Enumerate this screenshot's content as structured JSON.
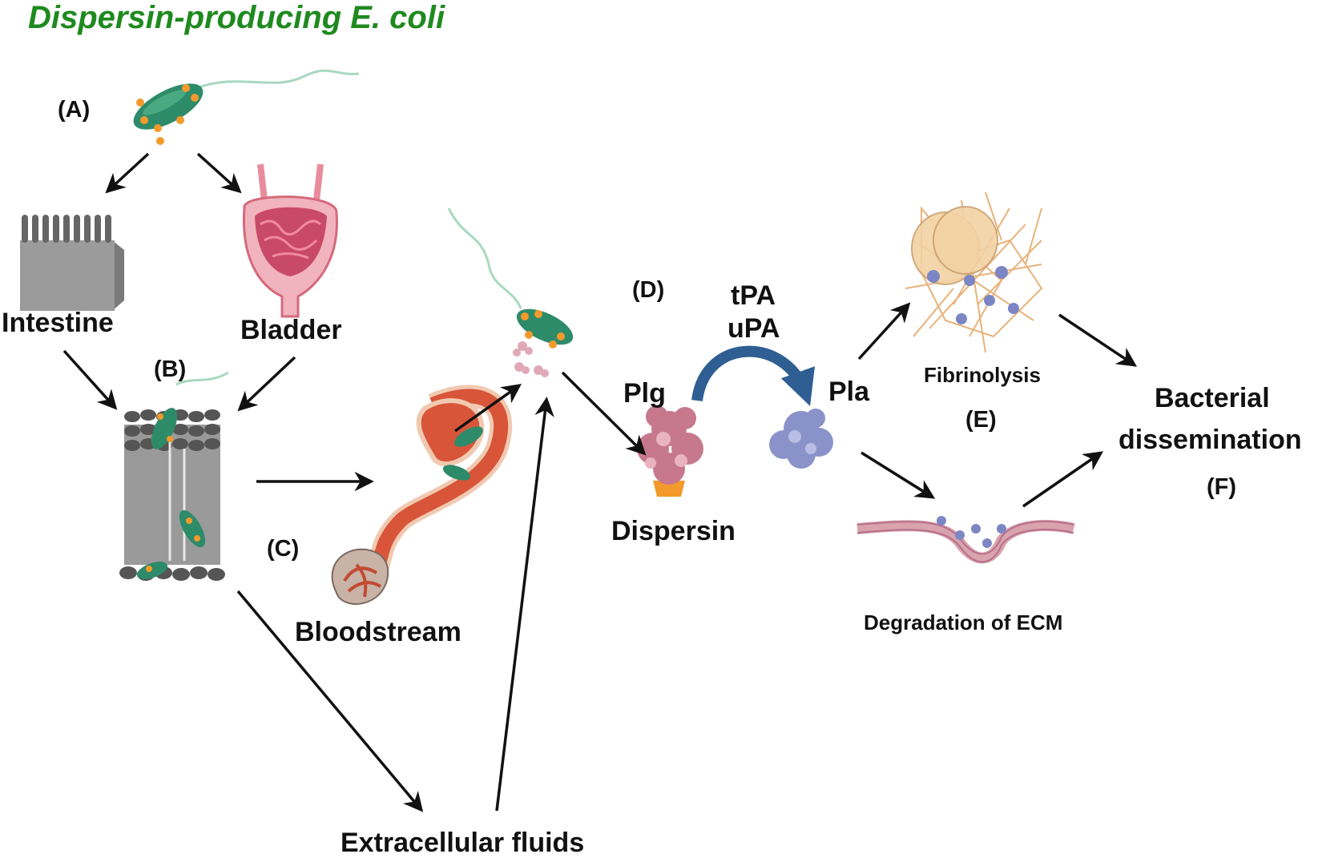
{
  "title": "Dispersin-producing E. coli",
  "labels": {
    "A": "(A)",
    "B": "(B)",
    "C": "(C)",
    "D": "(D)",
    "E": "(E)",
    "F": "(F)",
    "intestine": "Intestine",
    "bladder": "Bladder",
    "bloodstream": "Bloodstream",
    "extracellular": "Extracellular fluids",
    "tpa": "tPA",
    "upa": "uPA",
    "plg": "Plg",
    "pla": "Pla",
    "dispersin": "Dispersin",
    "fibrinolysis": "Fibrinolysis",
    "degradation": "Degradation  of ECM",
    "bacterial": "Bacterial",
    "dissemination": "dissemination"
  },
  "colors": {
    "title": "#1f8a1f",
    "bacterium": "#2e8b6a",
    "dispersin_spots": "#f39a2a",
    "arrow": "#111111",
    "curved_arrow": "#2f5e93",
    "plasmin": "#8a93c9",
    "plasminogen": "#c7788d",
    "fibrin": "#e8b27a",
    "tissue": "#8f8f8f",
    "bladder": "#e98b9c",
    "vessel": "#d8553a"
  }
}
